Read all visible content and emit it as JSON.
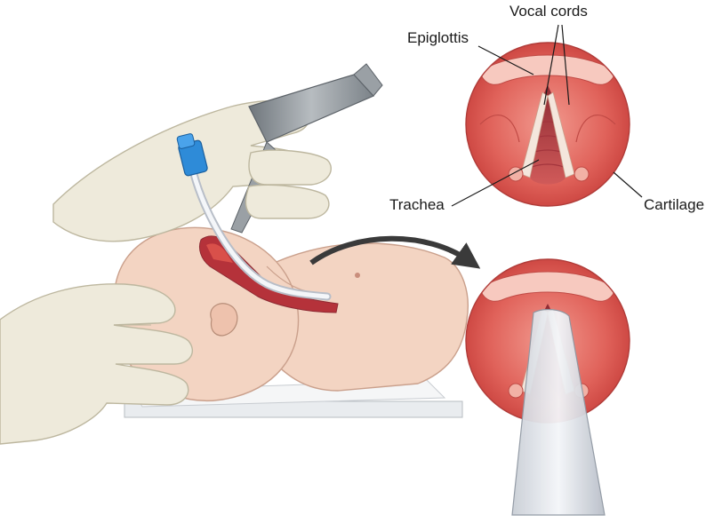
{
  "labels": {
    "vocal_cords": "Vocal cords",
    "epiglottis": "Epiglottis",
    "trachea": "Trachea",
    "cartilage": "Cartilage"
  },
  "colors": {
    "skin": "#f3d4c2",
    "skin_shadow": "#e5b8a3",
    "glove": "#eeeadb",
    "glove_shadow": "#d9d3bd",
    "laryngoscope": "#8e9499",
    "tube_connector": "#2e8bd8",
    "tissue": "#d9504a",
    "tissue_light": "#ec8d84",
    "cord": "#f4e6dc",
    "airway": "#b5323a",
    "arrow": "#3a3a3a"
  }
}
